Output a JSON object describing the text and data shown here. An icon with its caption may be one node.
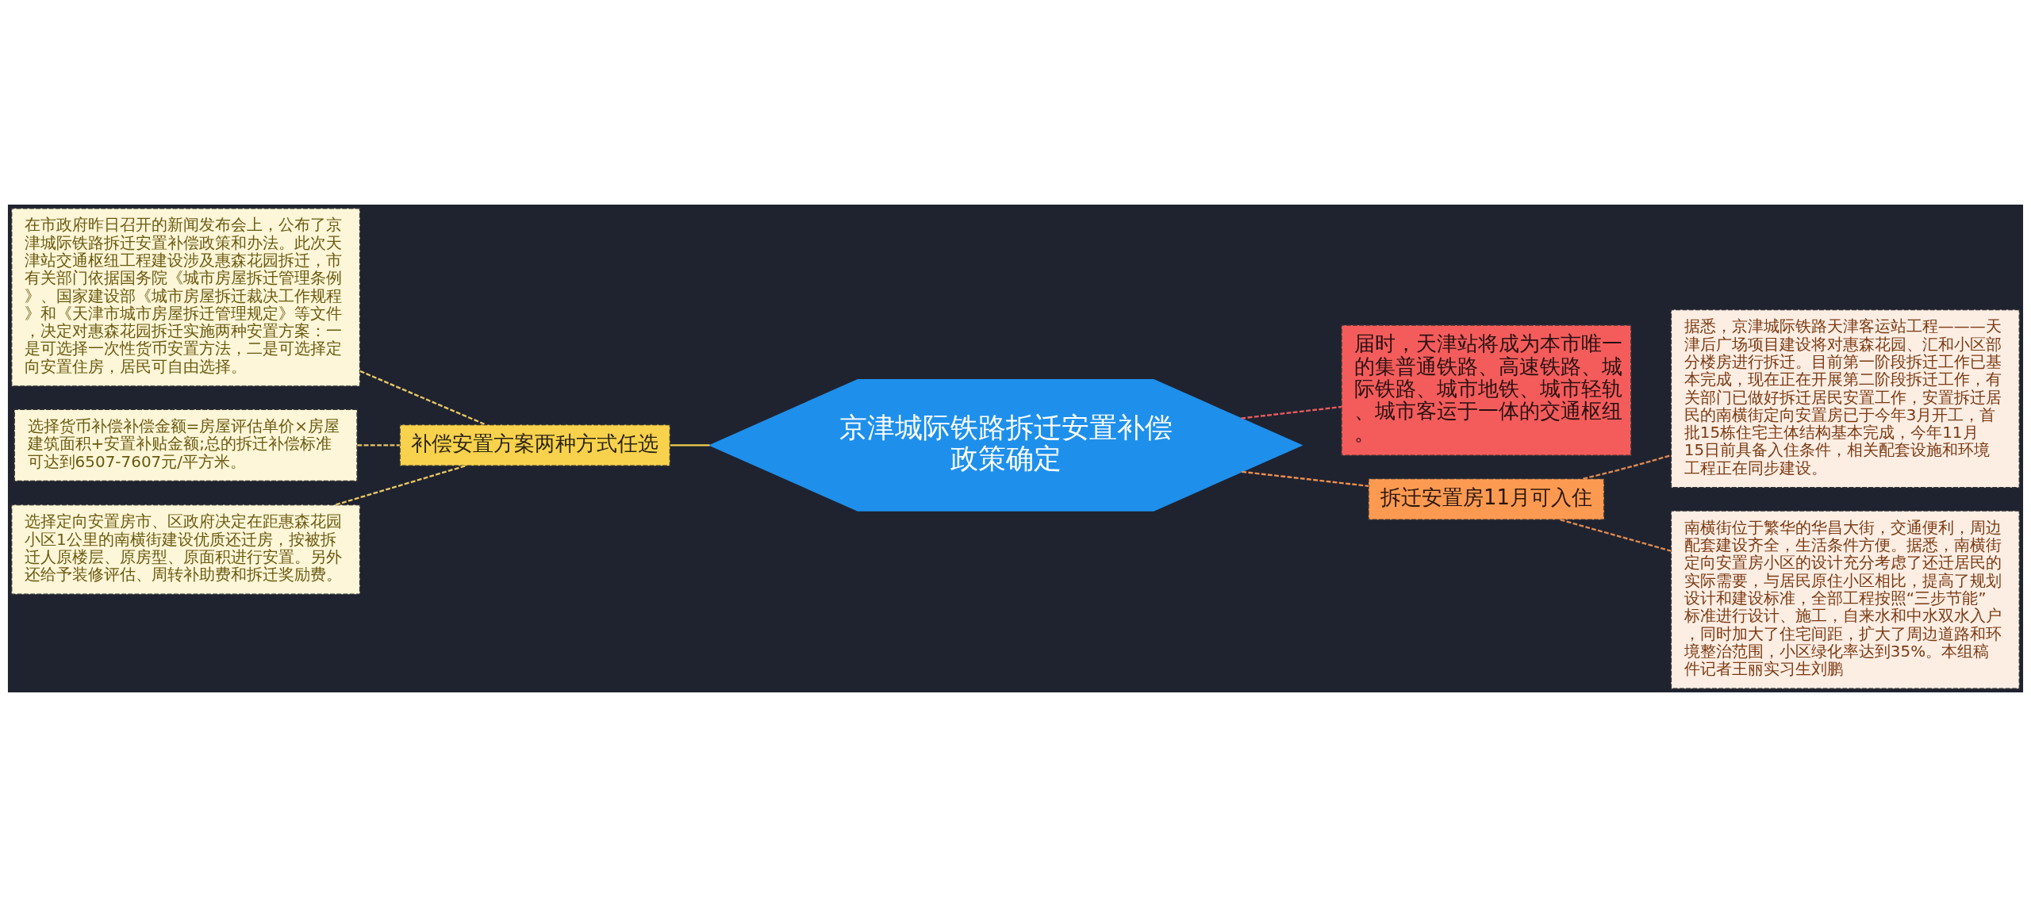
{
  "diagram": {
    "nodes": [
      {
        "text": [
          "京津城际铁路拆迁安置补偿政策确定"
        ]
      },
      {
        "text": [
          "补偿安置方案两种方式任选"
        ]
      },
      {
        "text": [
          "在市政府昨日召开的新闻发布会上，公布了京津城际铁路拆迁安置补偿政策和办法。此次天津站交通枢纽工程建设涉及惠森花园拆迁，市有关部门依据国务院《城市房屋拆迁管理条例》、国家建设部《城市房屋拆迁裁决工作规程》和《天津市城市房屋拆迁管理规定》等文件，决定对惠森花园拆迁实施两种安置方案：一是可选择一次性货币安置方法，二是可选择定向安置住房，居民可自由选择。"
        ]
      },
      {
        "text": [
          "选择货币补偿补偿金额=房屋评估单价×房屋建筑面积+安置补贴金额;总的拆迁补偿标准可达到6507-7607元/平方米。"
        ]
      },
      {
        "text": [
          "选择定向安置房市、区政府决定在距惠森花园小区1公里的南横街建设优质还迁房，按被拆迁人原楼层、原房型、原面积进行安置。另外还给予装修评估、周转补助费和拆迁奖励费。"
        ]
      },
      {
        "text": [
          "届时，天津站将成为本市唯一的集普通铁路、高速铁路、城际铁路、城市地铁、城市轻轨、城市客运于一体的交通枢纽。"
        ]
      },
      {
        "text": [
          "拆迁安置房11月可入住"
        ]
      },
      {
        "text": [
          "据悉，京津城际铁路天津客运站工程———天津后广场项目建设将对惠森花园、汇和小区部分楼房进行拆迁。目前第一阶段拆迁工作已基本完成，现在正在开展第二阶段拆迁工作，有关部门已做好拆迁居民安置工作，安置拆迁居民的南横街定向安置房已于今年3月开工，首批15栋住宅主体结构基本完成，今年11月15日前具备入住条件，相关配套设施和环境工程正在同步建设。"
        ]
      },
      {
        "text": [
          "南横街位于繁华的华昌大街，交通便利，周边配套建设齐全，生活条件方便。据悉，南横街定向安置房小区的设计充分考虑了还迁居民的实际需要，与居民原住小区相比，提高了规划设计和建设标准，全部工程按照“三步节能”标准进行设计、施工，自来水和中水双水入户，同时加大了住宅间距，扩大了周边道路和环境整治范围，小区绿化率达到35%。本组稿件记者王丽实习生刘鹏"
        ]
      }
    ],
    "edges": [
      {
        "from": 0,
        "to": 1,
        "arrow": "none",
        "color": "#f3cf4a"
      },
      {
        "from": 1,
        "to": 2,
        "arrow": "none",
        "style": "dashed",
        "color": "#e8c860"
      },
      {
        "from": 1,
        "to": 3,
        "arrow": "none",
        "style": "dashed",
        "color": "#e8c860"
      },
      {
        "from": 1,
        "to": 4,
        "arrow": "none",
        "style": "dashed",
        "color": "#e8c860"
      },
      {
        "from": 0,
        "to": 5,
        "arrow": "none",
        "style": "dashed",
        "color": "#e85c5c"
      },
      {
        "from": 0,
        "to": 6,
        "arrow": "none",
        "style": "dashed",
        "color": "#f0904a"
      },
      {
        "from": 6,
        "to": 7,
        "arrow": "none",
        "style": "dashed",
        "color": "#e08a50"
      },
      {
        "from": 6,
        "to": 8,
        "arrow": "none",
        "style": "dashed",
        "color": "#e08a50"
      }
    ]
  }
}
